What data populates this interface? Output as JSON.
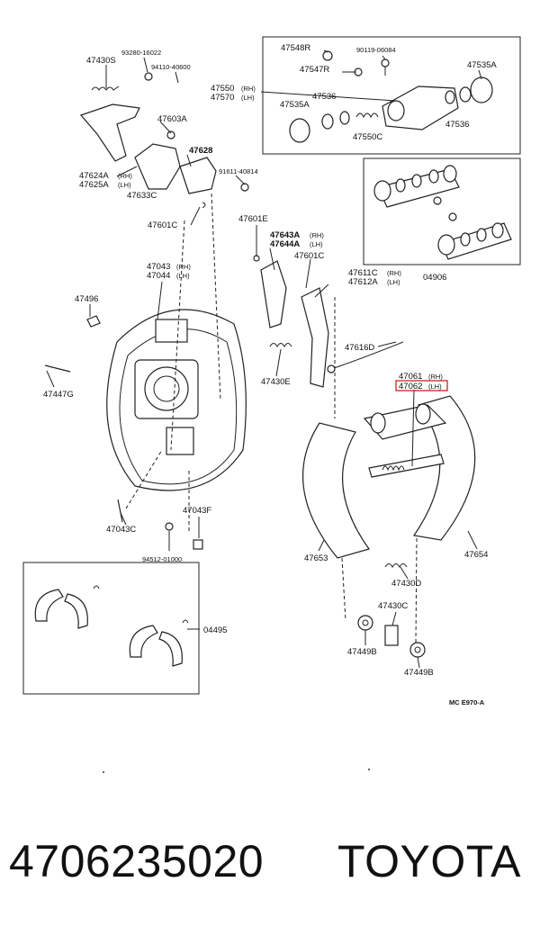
{
  "labels": {
    "p93280": "93280-16022",
    "p47430S": "47430S",
    "p94110": "94110-40600",
    "p47548R": "47548R",
    "p90119": "90119-06084",
    "p47547R": "47547R",
    "p47535A_top": "47535A",
    "p47550": "47550",
    "p47570": "47570",
    "rh": "(RH)",
    "lh": "(LH)",
    "p47536a": "47536",
    "p47535A_left": "47535A",
    "p47550C": "47550C",
    "p47536b": "47536",
    "p47603A": "47603A",
    "p47628": "47628",
    "p47624A": "47624A",
    "p47625A": "47625A",
    "p47633C": "47633C",
    "p91611": "91611-40814",
    "p47601C_a": "47601C",
    "p47601E": "47601E",
    "p47643A": "47643A",
    "p47644A": "47644A",
    "p47601C_b": "47601C",
    "p04906": "04906",
    "p47043": "47043",
    "p47044": "47044",
    "p47611C": "47611C",
    "p47612A": "47612A",
    "p47496": "47496",
    "p47616D": "47616D",
    "p47447G": "47447G",
    "p47430E": "47430E",
    "p47061": "47061",
    "p47062": "47062",
    "p47043C": "47043C",
    "p47043F": "47043F",
    "p94512": "94512-01000",
    "p47653": "47653",
    "p47654": "47654",
    "p47430D": "47430D",
    "p47430C": "47430C",
    "p04495": "04495",
    "p47449B_a": "47449B",
    "p47449B_b": "47449B",
    "mcE970A": "MC  E970-A"
  },
  "highlight_color": "#cc2222",
  "highlighted_part": "47062",
  "footer": {
    "part_number": "4706235020",
    "brand": "TOYOTA"
  }
}
